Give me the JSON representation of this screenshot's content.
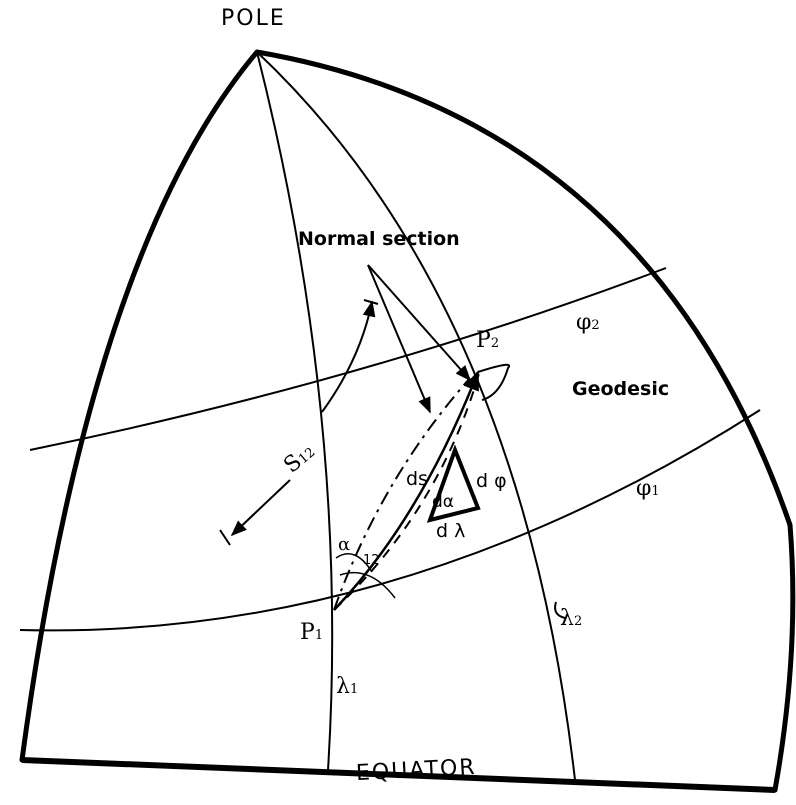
{
  "labels": {
    "pole": "POLE",
    "equator": "EQUATOR",
    "normal_section": "Normal section",
    "geodesic": "Geodesic",
    "p1": "P",
    "p1_sub": "1",
    "p2": "P",
    "p2_sub": "2",
    "phi2": "φ",
    "phi2_sub": "2",
    "phi1": "φ",
    "phi1_sub": "1",
    "lambda1": "λ",
    "lambda1_sub": "1",
    "lambda2": "λ",
    "lambda2_sub": "2",
    "s12": "S",
    "s12_sub": "12",
    "ds": "ds",
    "dphi": "d φ",
    "dlambda": "d λ",
    "dalpha": "dα",
    "alpha": "α",
    "alpha_sub": "12"
  }
}
